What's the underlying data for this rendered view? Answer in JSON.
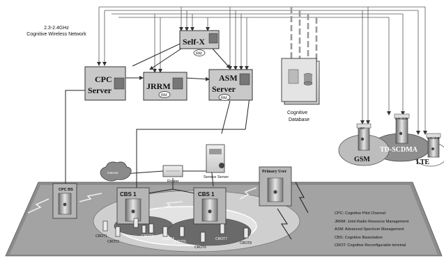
{
  "network": {
    "freq_label": "2.3-2.4GHz",
    "name_label": "Cognitive Wireless Network"
  },
  "servers": {
    "self_x": "Self-X",
    "cpc_line1": "CPC",
    "cpc_line2": "Server",
    "jrrm": "JRRM",
    "asm_line1": "ASM",
    "asm_line2": "Server",
    "rm_badge": "RM"
  },
  "database": {
    "line1": "Cognitive",
    "line2": "Database"
  },
  "external_networks": {
    "gsm": "GSM",
    "td_scdma": "TD-SCDMA",
    "lte": "LTE",
    "bs": "BS",
    "enodeb": "e-NodeB"
  },
  "access": {
    "cpc_bs": "CPC BS",
    "internet": "Internet",
    "router": "Router",
    "service_server": "Service Server",
    "primary_user": "Primary User",
    "cbs1": "CBS 1"
  },
  "terminals": {
    "crot1": "CROT1",
    "crot2": "CROT2",
    "crot3": "CROT3",
    "crot4": "CROT4",
    "crot5": "CROT5",
    "crot6": "CROT6",
    "crot7": "CROT7",
    "crot8": "CROT8"
  },
  "legend": [
    "CPC: Cognitive Pilot Channel",
    "JRRM: Joint Radio Resource Management",
    "ASM: Advanced Spectrum Management",
    "CBS: Cognitive Basestation",
    "CROT: Cognitive Reconfigurable terminal"
  ]
}
